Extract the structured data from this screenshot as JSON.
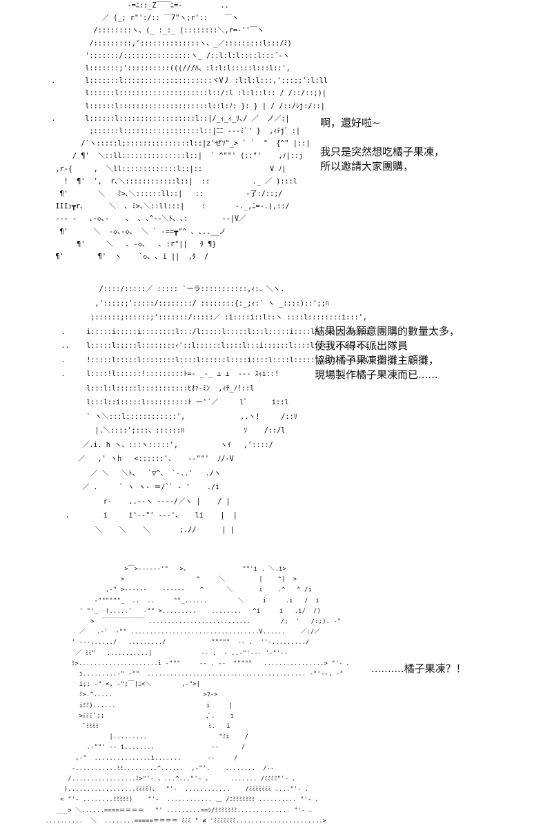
{
  "panels": [
    {
      "id": "panel-1",
      "dialog": {
        "line1": "啊，還好啦~",
        "line2": "我只是突然想吃橘子果凍，",
        "line3": "所以邀請大家團購，"
      },
      "art": "                    -=ﾆ::_Z￣￣ﾆ=-         ..\n              ／ (_; r\"':/:: ￣7\"ヽ;r'::    ￣ヽ\n            /::::::::ヽ、(_ :_:_ (::::::::＼,r=-''￣ヽ\n           /:::::::::,'::::::::::::::ヽ、_／:::::::::l:::/ﾐ)\n          ':::::::/::::::::::::::::ヽ_ /::l:l:l::::l:::´-ヽ\n          l:::::::;'::::::::::(((///ﾊ、:l:l:l:::::l:::l::',\n  .       l:::::::l:::::::::::::::::::::ヾV丿 :l:l:l:::,'::::;':l:ll\n          l::::::l:::::::::::::::::::::l::/:l :l:l::l:: / /::/::;)|\n          l::::::l:::::::::::::::::::::l::l:ﾉ: }: } | / /::/ﾚj:/::|\n  .       l::::::l::::::::::::::::::l::|/_ｨ_ｨ_ﾘ､/ ／  ノ／:|\n           ;::::::l::::::::::::::::::l::|ﾆﾆ ---ﾐ`' }  ,ｨﾃj゛:|\n         /´ヽ:::::l;:::::::::::::::l::|z'ぜｿ\"_> ` `  \"  {^\" |::|\n       / ¶'  ＼::ll:::::::::::::::l::|  ` ^\"\"' (::\"'    ,ﾉ|::j\n   ,r‐{     ,  ＼ll:::::::::::::l::|::                V ﾉ|\n     !  ¶'  ',  r､＼::::::::::::l::|  ::          ._ ／ ):::l\n    ¶'       ＼   ﾐ>､＼::::::ll::|   ::          ‐了:/::;/\n   IIIｭ┳r､      ＼  ､ ﾐ>､＼::ll:::|    :       -._,ﾆ=-.),::/\n   ‐‐‐ -   ､‐◇､‐    ､  ､ ､^‐‐＼ﾄ､ ､:        ‐‐|V／\n    ¶'      ＼  ‐◇､‐◇､  ＼ ` ‐==┳\"^ ､ ､..__ノ\n        ¶'     ＼   ､ ‐◇､   ､ :r\"||   ﾀ ¶}\n   ¶'        ¶'  ヽ    `◇､ ､ i ||  ,ﾀ  /"
    },
    {
      "id": "panel-2",
      "dialog": {
        "line1": "結果因為願意團購的數量太多，",
        "line2": "使我不得不派出隊員",
        "line3": "協助橘子果凍攤攤主顧攤，",
        "line4": "現場製作橘子果凍而已......"
      },
      "art": "            /::::/:::::／ ::::: `ーラ:::::::::::,ｨ:、＼ヽ.\n           ,':::::;':::::/::::::::/ ::::::::{:_;ｨ:´ ヽ _::::)::';;ﾊ\n          ;::::::;::::::;':::::::/:::::／ :i::::i::l::ヽ ::::l::::::::i:::',\n   .     i:::::i:::::i::::::::l:::/l:::::l:::::l:::l:::::i::::l::::::::l:::i\n   ..    l:::::l:::::l::::::::ｨ'::l::::::l::::l:::i::::::l::::l:::::::i:::;i\n   .     !:::::l:::::l::::::::l::::l::::::l::::i::::l::::l:::::l::ﾘ:::::i:ﾉil\n   .     l::::!l::::::!:::::::::ﾄ=- _-_ ⊥ ⊥  --- ｽｨi::!\n         l:::l:l:::::l:::::::::::ﾋｵｧ-ﾐﾝ  ,ｨﾁ_ﾉ!::l\n         l:::l::i:::::l::::::::::ﾄ ー'´／     l゛     i::l\n         ` ヽ＼:::l::::::::::::',             ,.ヽ!     /::ﾘ\n           |.＼::::';:::、::::::ﾊ              ｿ    /::/l\n        ／.i. h ヽ、:::ヽ:::::',          ヽｲ   ,'::::/\n       ／   ,' ヽh   <::::::'、   -‐\"\"'  ﾉ/‐V\n          ／ ＼   ＼ﾄ、  `▽^、 `‐..'   ./ヽ\n        ／ .     ` ヽ ヽ‐ ＝/`ﾞ ‐ '    ./i\n             r‐    ..‐‐ヽ ‐‐‐‐/／ヽ |    / |\n    .        i     i'‐‐\"' ‐‐‐'、   li    |  |\n           ＼    ＼    ＼       ;.//      | |"
    },
    {
      "id": "panel-3",
      "dialog": {
        "line1": "..........橘子果凍？！"
      },
      "art": "                      >￣>‐‐‐‐‐‐'\"   >、              \"\"'i . ＼.i>\n                     >                   ^     ＼         |    ^)  >\n                 ,‐\" >‐‐‐‐‐‐    ‐‐‐‐‐‐    ^      ＼       i    .^   ^ /i\n              ‐\"\"\"\"\"\"_  ..  ..     \"\"_......        ＼     i     .i   /  i\n          ' \"'_  (.....'   ‐\"\" >.........    ........   ^i     i   .i/  /)\n             >  ￣￣￣￣￣￣￣ ...........................        /;  '   /:;). ‐\"\n          ／   .‐'  ‐\"\" ..................................V......    ／:/／\n        ' ‐‐‐....../   ........./            \"\"\"\"\"  ‐‐ .  ''‐........./\n         ／ ﾐﾐ\"   ...........|             ‐‐ .  ‐ ..‐\"'‐‐‐ '‐\"'‐‐\n        ﾐ>.....................i ‐\"\"\"     ‐‐ . ‐‐  \"\"\"\"\"   ................> \"'‐ ､\n          i.........‐\" ‐\"\"  .......................................... ‐\"'‐‐, ‐\"\n          i;; ‐\" <, ‐\";￣|ﾆ<＼        ,‐\">|\n          ﾐ>.^.....                        >ﾌ‐>\n          iﾐﾐ)......                        i     |\n          >ﾐﾐﾐ ﾞ;;                           ,ﾞ.    i\n           ﾞﾐﾐﾐﾐ                             ﾐ.   i\n                  |.........                   \"ﾐi    /\n            .‐\"\"' ‐‐ i........               ‐‐      /\n         ,‐\"  ...............i.......       ‐‐     /\n        ‐...........ﾐﾐ.........^......  ,‐\"'.    ........  /‐‐\n       /.................ﾐ>\"'‐ 、...^...\"'‐ 、     ....... /ﾐﾐﾐﾐ\"'‐ 、\n      )..................ﾐﾐﾐﾐ)、  \"'‐  ............    /ﾐﾐﾐﾐﾐﾐﾐ ....\"'‐ 、\n     < \"'‐ ........ﾐﾐﾐﾐﾐ)    \"'‐  ............ ＿ /ﾆﾐﾐﾐﾐﾐﾐﾐ .......... \"'‐ 、\n    ___> ＼......====＝＝＝＝   \"' .........==ｼ/ﾐﾐﾐﾐﾐﾐﾐ.............. \"'‐ 、\n ..........  ＼  ........=====＝＝＝＝ ﾐﾐﾐ \" ≠ 'ﾐﾐﾐﾐﾐﾐﾐ.......................>"
    }
  ]
}
